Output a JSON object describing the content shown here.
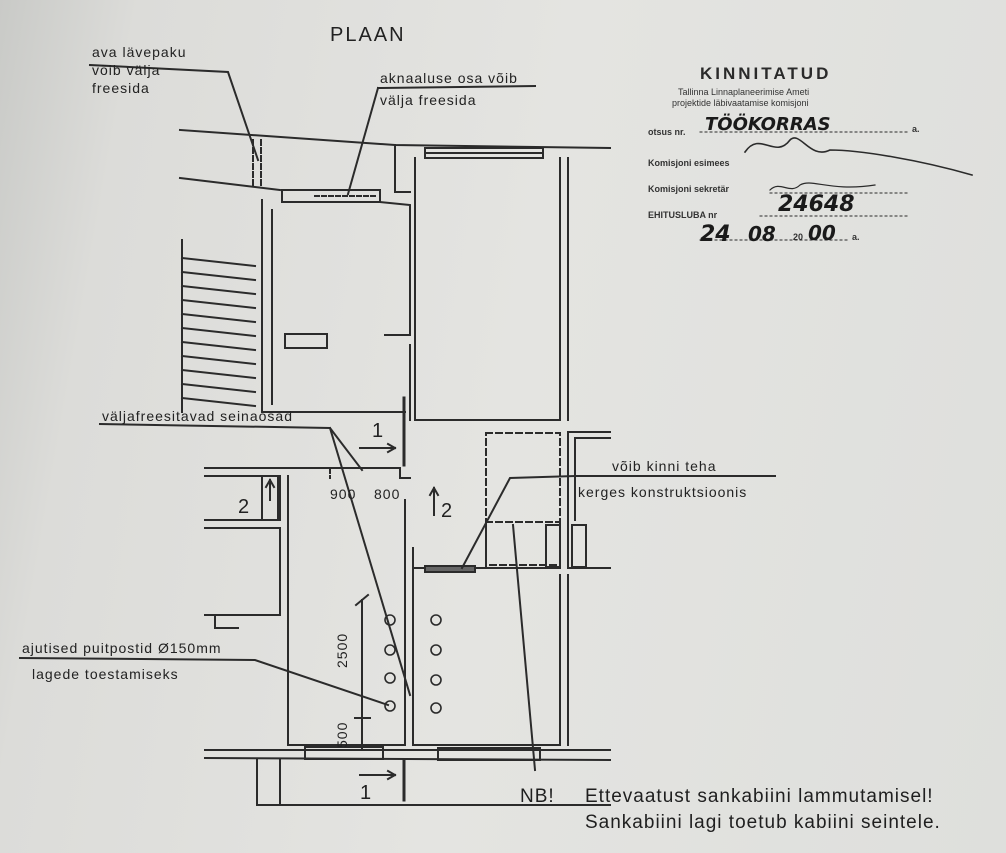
{
  "title": "PLAAN",
  "notes": {
    "threshold": [
      "ava lävepaku",
      "võib välja",
      "freesida"
    ],
    "window_sill": [
      "aknaaluse osa võib",
      "välja freesida"
    ],
    "wall_parts": "väljafreesitavad seinaosad",
    "may_close": [
      "võib kinni teha",
      "kerges konstruktsioonis"
    ],
    "posts": [
      "ajutised puitpostid Ø150mm",
      "lagede toestamiseks"
    ]
  },
  "stamp": {
    "heading": "KINNITATUD",
    "sub1": "Tallinna Linnaplaneerimise Ameti",
    "sub2": "projektide läbivaatamise komisjoni",
    "decision_label": "otsus nr.",
    "decision_suffix": "a.",
    "decision_value": "TÖÖKORRAS",
    "chair_label": "Komisjoni esimees",
    "secretary_label": "Komisjoni sekretär",
    "permit_label": "EHITUSLUBA nr",
    "permit_number": "24648",
    "date_day": "24",
    "date_month": "08",
    "date_year_prefix": "20",
    "date_year": "00",
    "date_suffix": "a."
  },
  "dimensions": {
    "d900": "900",
    "d800": "800",
    "d2500": "2500",
    "d500": "500"
  },
  "sections": {
    "one_top": "1",
    "one_bottom": "1",
    "two_left": "2",
    "two_mid": "2"
  },
  "warning": {
    "nb": "NB!",
    "line1": "Ettevaatust sankabiini lammutamisel!",
    "line2": "Sankabiini lagi toetub kabiini seintele."
  }
}
